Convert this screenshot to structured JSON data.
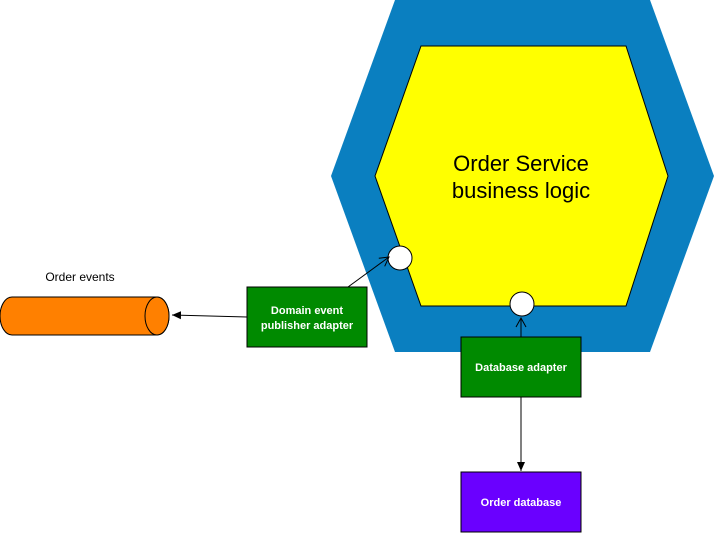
{
  "colors": {
    "hexagon_outer": "#0a7fc0",
    "hexagon_inner": "#ffff00",
    "adapter_green": "#008a00",
    "database_purple": "#6a00ff",
    "queue_orange": "#ff8000",
    "stroke": "#000000",
    "white": "#ffffff"
  },
  "hexagon": {
    "title_line1": "Order Service",
    "title_line2": "business logic"
  },
  "queue": {
    "label": "Order events"
  },
  "adapters": {
    "domain_event_line1": "Domain event",
    "domain_event_line2": "publisher adapter",
    "database": "Database adapter"
  },
  "database": {
    "label": "Order database"
  }
}
